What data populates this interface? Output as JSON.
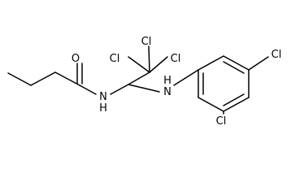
{
  "molecule": {
    "atoms": {
      "carbonyl_oxygen": "O",
      "amide_nitrogen": "N",
      "amide_hydrogen": "H",
      "amine_nitrogen": "N",
      "amine_hydrogen": "H",
      "trichloro_cl_left": "Cl",
      "trichloro_cl_top": "Cl",
      "trichloro_cl_right": "Cl",
      "ring_cl_para": "Cl",
      "ring_cl_ortho": "Cl"
    }
  }
}
